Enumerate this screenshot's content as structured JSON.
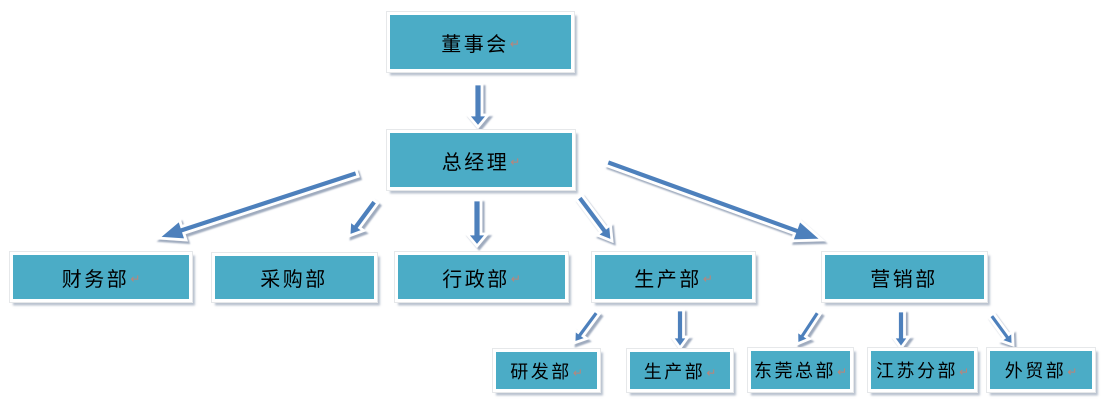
{
  "diagram": {
    "type": "org-chart",
    "nodes": {
      "board": {
        "label": "董事会",
        "mark": "↵"
      },
      "gm": {
        "label": "总经理",
        "mark": "↵"
      },
      "finance": {
        "label": "财务部",
        "mark": "↵"
      },
      "purchasing": {
        "label": "采购部",
        "mark": ""
      },
      "admin": {
        "label": "行政部",
        "mark": "↵"
      },
      "production": {
        "label": "生产部",
        "mark": "↵"
      },
      "marketing": {
        "label": "营销部",
        "mark": ""
      },
      "rnd": {
        "label": "研发部",
        "mark": "↵"
      },
      "production_sub": {
        "label": "生产部",
        "mark": "↵"
      },
      "dongguan": {
        "label": "东莞总部",
        "mark": "↵"
      },
      "jiangsu": {
        "label": "江苏分部",
        "mark": "↵"
      },
      "trade": {
        "label": "外贸部",
        "mark": "↵"
      }
    },
    "edges": [
      {
        "from": "board",
        "to": "gm"
      },
      {
        "from": "gm",
        "to": "finance"
      },
      {
        "from": "gm",
        "to": "purchasing"
      },
      {
        "from": "gm",
        "to": "admin"
      },
      {
        "from": "gm",
        "to": "production"
      },
      {
        "from": "gm",
        "to": "marketing"
      },
      {
        "from": "production",
        "to": "rnd"
      },
      {
        "from": "production",
        "to": "production_sub"
      },
      {
        "from": "marketing",
        "to": "dongguan"
      },
      {
        "from": "marketing",
        "to": "jiangsu"
      },
      {
        "from": "marketing",
        "to": "trade"
      }
    ]
  },
  "colors": {
    "box_fill": "#4bacc6",
    "box_border": "#ffffff",
    "box_shadow": "#8090a8",
    "arrow_fill": "#4e80bc",
    "arrow_outline": "#ffffff",
    "arrow_shadow": "#7e8ea8",
    "text": "#000000",
    "paragraph_mark": "#bd8478"
  }
}
